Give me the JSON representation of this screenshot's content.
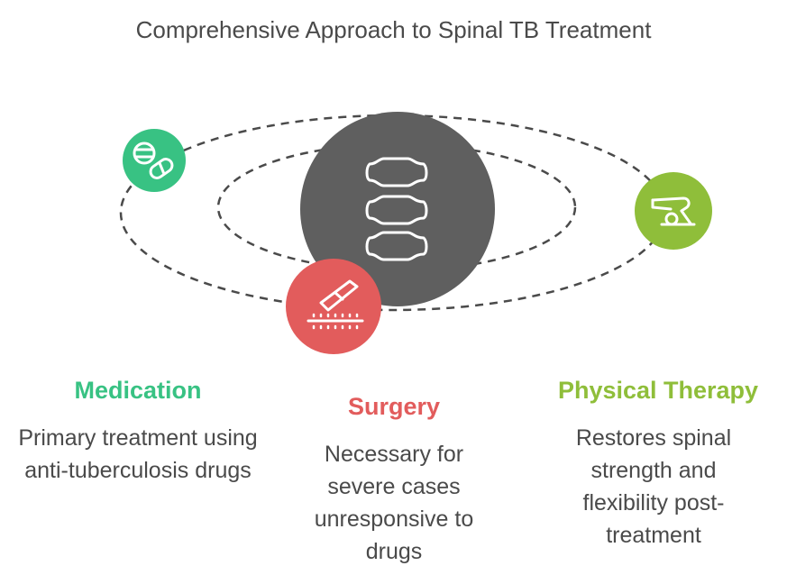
{
  "title": "Comprehensive Approach to Spinal TB Treatment",
  "center": {
    "icon": "spine-icon",
    "color": "#5f5f5f"
  },
  "items": [
    {
      "icon": "pills-icon",
      "title": "Medication",
      "description": "Primary treatment using anti-tuberculosis drugs",
      "color": "#38c283"
    },
    {
      "icon": "scalpel-icon",
      "title": "Surgery",
      "description": "Necessary for severe cases unresponsive to drugs",
      "color": "#e25c5c"
    },
    {
      "icon": "exercise-icon",
      "title": "Physical Therapy",
      "description": "Restores spinal strength and flexibility post-treatment",
      "color": "#8fbe3a"
    }
  ]
}
